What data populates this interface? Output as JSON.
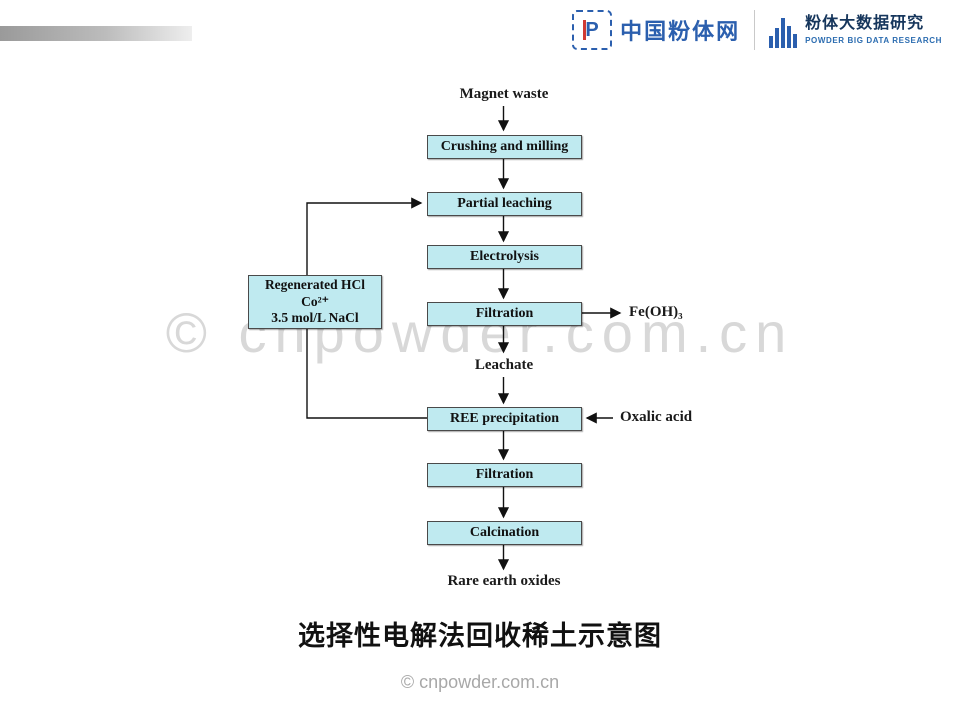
{
  "header": {
    "logo1": {
      "icon": "P",
      "name": "中国粉体网"
    },
    "logo2": {
      "name": "粉体大数据研究",
      "subtitle": "POWDER BIG DATA RESEARCH"
    }
  },
  "diagram": {
    "nodes": {
      "start": "Magnet waste",
      "crushing": "Crushing and milling",
      "leaching": "Partial leaching",
      "electrolysis": "Electrolysis",
      "filtration1": "Filtration",
      "leachate": "Leachate",
      "ree": "REE precipitation",
      "filtration2": "Filtration",
      "calcination": "Calcination",
      "end": "Rare earth oxides"
    },
    "side": {
      "feoh3": "Fe(OH)₃",
      "oxalic": "Oxalic acid",
      "regen_line1": "Regenerated HCl",
      "regen_line2": "Co²⁺",
      "regen_line3": "3.5 mol/L NaCl"
    }
  },
  "colors": {
    "box_fill": "#bfeaf0",
    "brand_blue": "#2b5fae",
    "brand_navy": "#16365c",
    "watermark_gray": "#d8d8d8"
  },
  "watermark": "© cnpowder.com.cn",
  "caption": "选择性电解法回收稀土示意图",
  "footer": "© cnpowder.com.cn"
}
